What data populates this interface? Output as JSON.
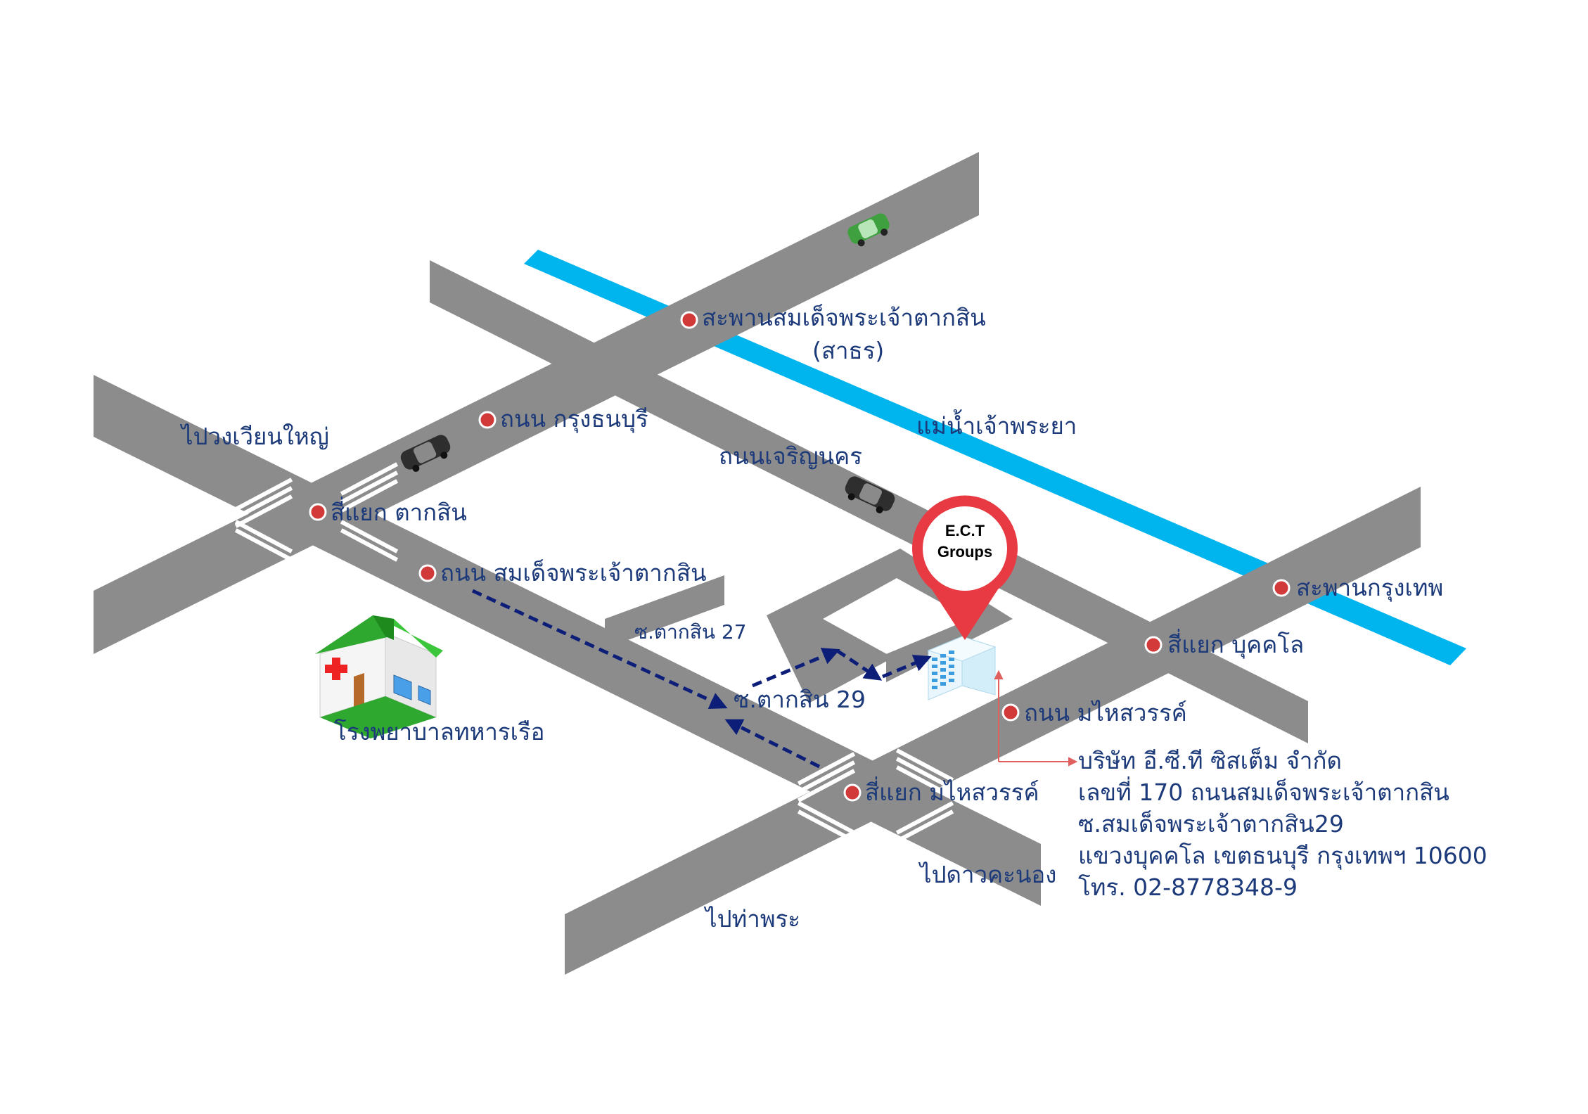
{
  "colors": {
    "road": "#8c8c8c",
    "river": "#00b4ee",
    "label": "#1c3a7a",
    "marker_dot": "#d23a3a",
    "route_arrow": "#0c1e78",
    "pin": "#e73a42",
    "building_roof": "#2ea82e"
  },
  "labels": {
    "sathorn_bridge": "สะพานสมเด็จพระเจ้าตากสิน",
    "sathorn_bridge_sub": "(สาธร)",
    "krung_thon_buri_rd": "ถนน กรุงธนบุรี",
    "to_wongwian_yai": "ไปวงเวียนใหญ่",
    "taksin_intersection": "สี่แยก ตากสิน",
    "charoen_nakhon_rd": "ถนนเจริญนคร",
    "chao_phraya_river": "แม่น้ำเจ้าพระยา",
    "somdet_phra_chao_taksin_rd": "ถนน สมเด็จพระเจ้าตากสิน",
    "soi_taksin_27": "ซ.ตากสิน 27",
    "soi_taksin_29": "ซ.ตากสิน 29",
    "krungthep_bridge": "สะพานกรุงเทพ",
    "bukkhalo_intersection": "สี่แยก บุคคโล",
    "mahaisawan_rd": "ถนน มไหสวรรค์",
    "mahaisawan_intersection": "สี่แยก มไหสวรรค์",
    "to_dao_khanong": "ไปดาวคะนอง",
    "to_tha_phra": "ไปท่าพระ",
    "navy_hospital": "โรงพยาบาลทหารเรือ"
  },
  "pin": {
    "line1": "E.C.T",
    "line2": "Groups"
  },
  "address": {
    "line1": "บริษัท อี.ซี.ที ซิสเต็ม จำกัด",
    "line2": "เลขที่ 170 ถนนสมเด็จพระเจ้าตากสิน",
    "line3": "ซ.สมเด็จพระเจ้าตากสิน29",
    "line4": "แขวงบุคคโล เขตธนบุรี กรุงเทพฯ 10600",
    "line5": "โทร. 02-8778348-9"
  }
}
